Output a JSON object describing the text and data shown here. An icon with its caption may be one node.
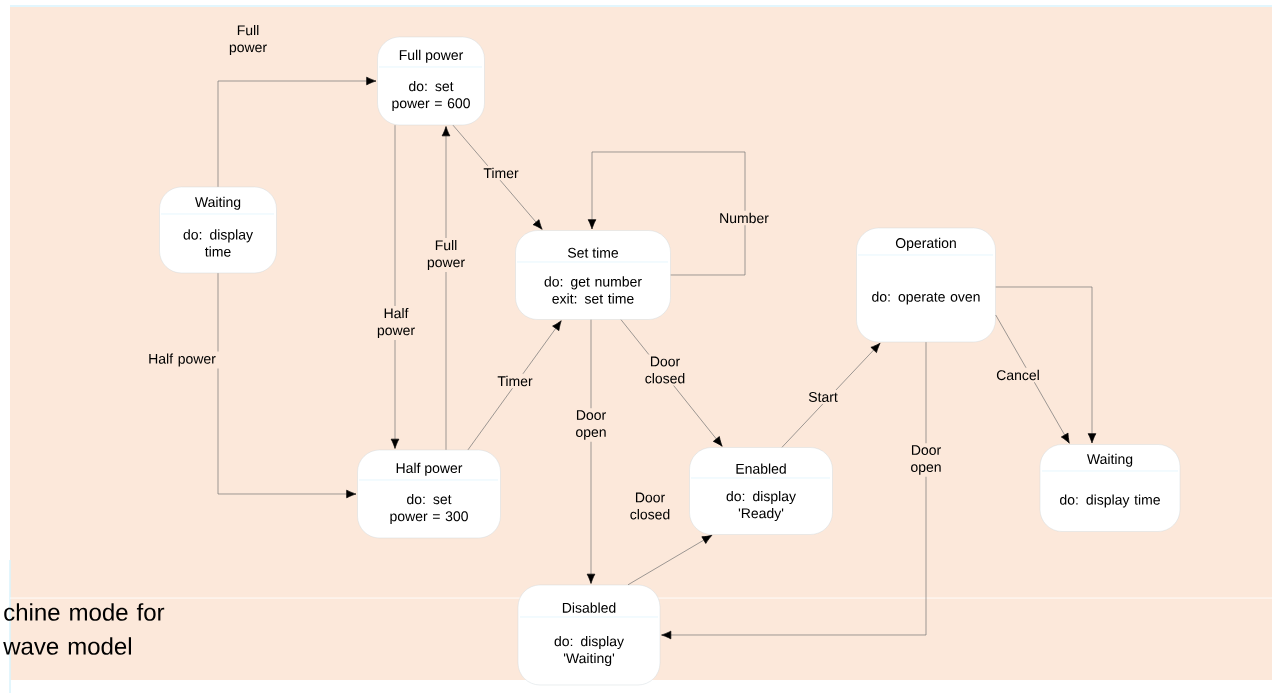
{
  "diagram": {
    "caption": "chine mode for wave model",
    "nodes": [
      {
        "text": [
          "Full power",
          "do: set power = 600"
        ]
      },
      {
        "text": [
          "Waiting",
          "do: display time"
        ]
      },
      {
        "text": [
          "Set time",
          "do: get number exit: set time"
        ]
      },
      {
        "text": [
          "Operation",
          "do: operate oven"
        ]
      },
      {
        "text": [
          "Half power",
          "do: set power = 300"
        ]
      },
      {
        "text": [
          "Enabled",
          "do: display 'Ready'"
        ]
      },
      {
        "text": [
          "Waiting",
          "do: display time"
        ]
      },
      {
        "text": [
          "Disabled",
          "do: display 'Waiting'"
        ]
      }
    ],
    "edges": [
      {
        "from": 1,
        "to": 0,
        "arrow": "to",
        "label": "Full power"
      },
      {
        "from": 1,
        "to": 4,
        "arrow": "to",
        "label": "Half power"
      },
      {
        "from": 0,
        "to": 4,
        "arrow": "to",
        "label": "Half power"
      },
      {
        "from": 4,
        "to": 0,
        "arrow": "to",
        "label": "Full power"
      },
      {
        "from": 0,
        "to": 2,
        "arrow": "to",
        "label": "Timer"
      },
      {
        "from": 4,
        "to": 2,
        "arrow": "to",
        "label": "Timer"
      },
      {
        "from": 2,
        "to": 2,
        "arrow": "to",
        "label": "Number"
      },
      {
        "from": 2,
        "to": 7,
        "arrow": "to",
        "label": "Door open"
      },
      {
        "from": 2,
        "to": 5,
        "arrow": "to",
        "label": "Door closed"
      },
      {
        "from": 7,
        "to": 5,
        "arrow": "to",
        "label": "Door closed"
      },
      {
        "from": 5,
        "to": 3,
        "arrow": "to",
        "label": "Start"
      },
      {
        "from": 3,
        "to": 6,
        "arrow": "to",
        "label": "Cancel"
      },
      {
        "from": 3,
        "to": 6,
        "arrow": "to"
      },
      {
        "from": 3,
        "to": 7,
        "arrow": "to",
        "label": "Door open"
      }
    ]
  }
}
